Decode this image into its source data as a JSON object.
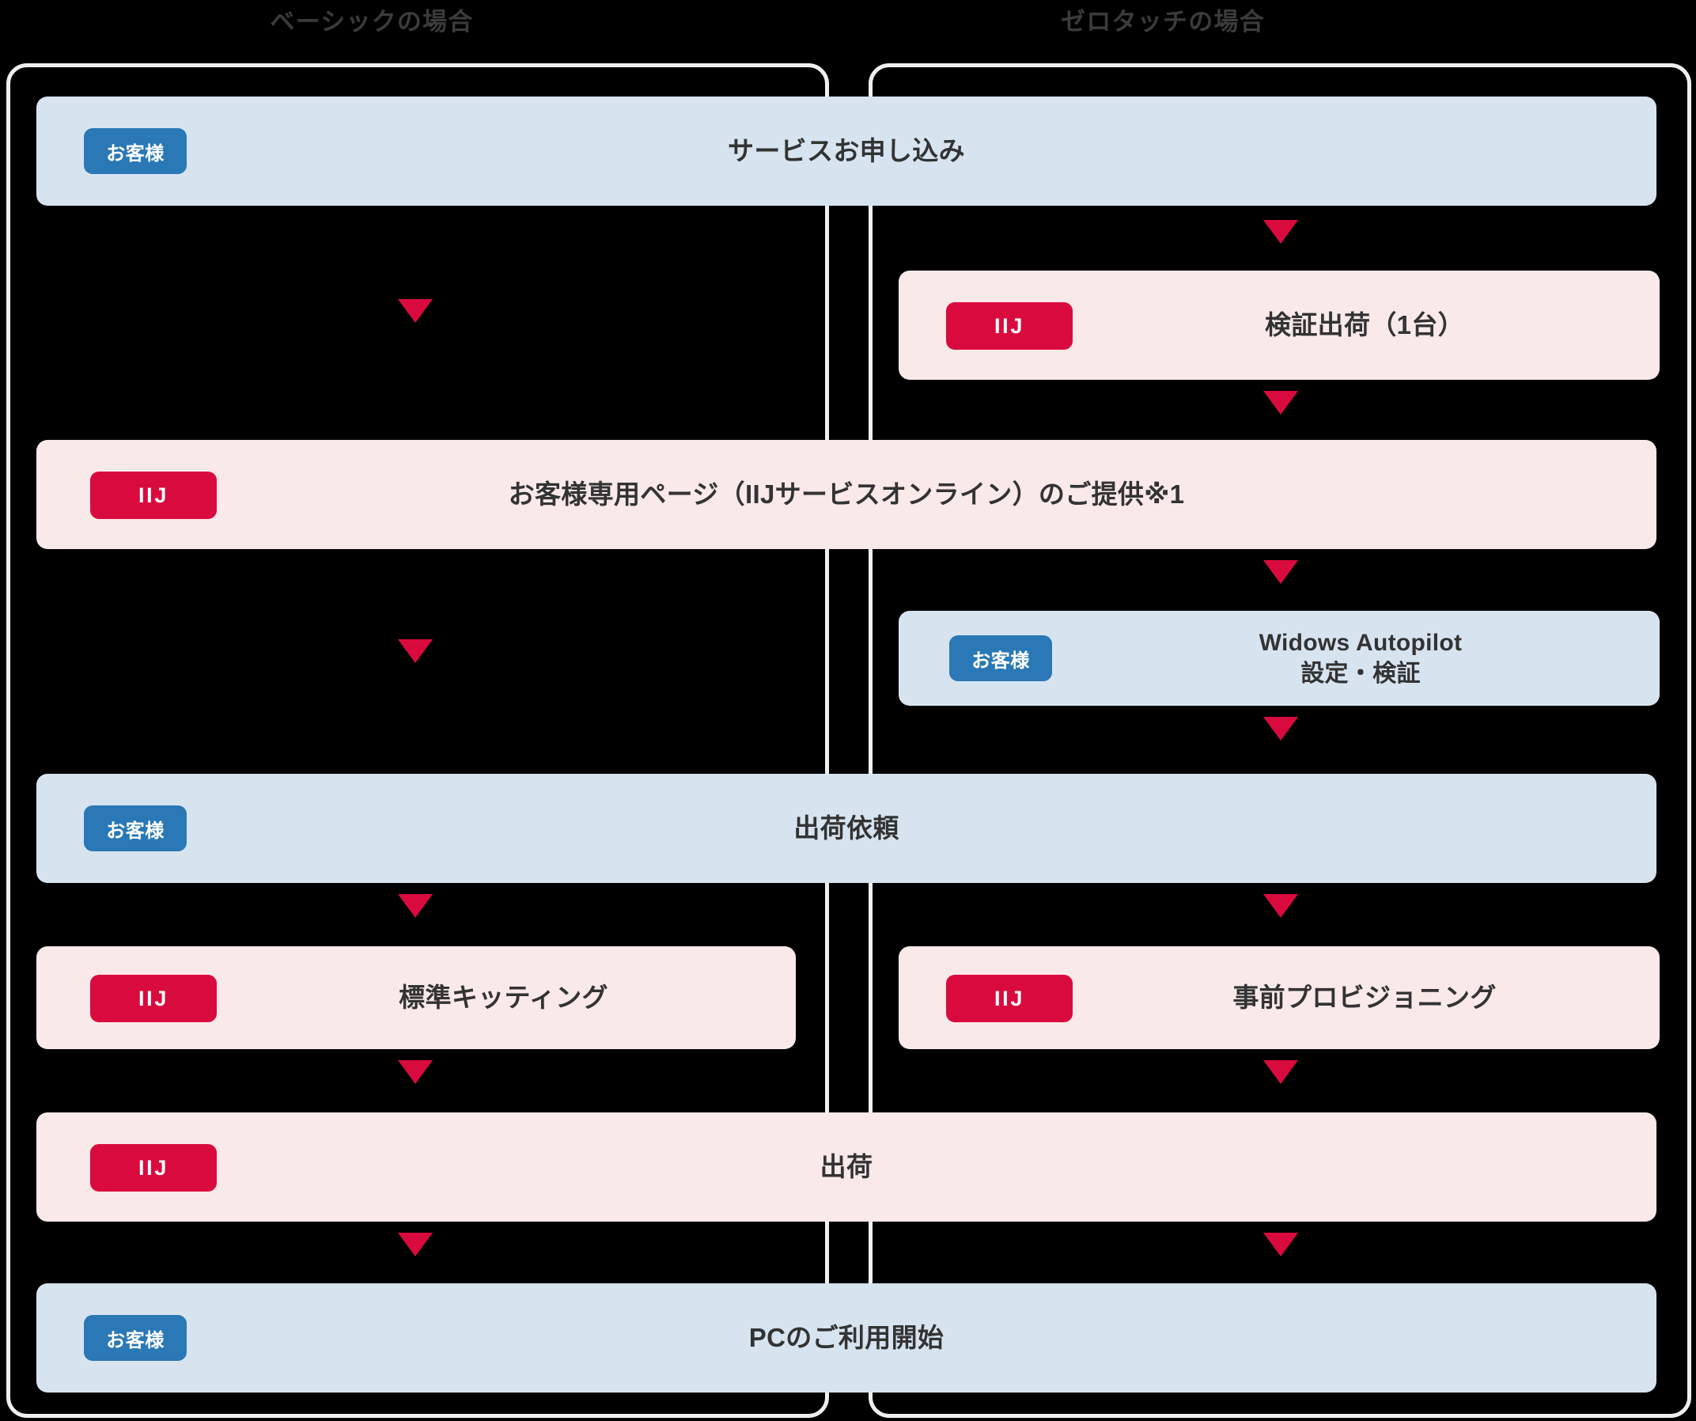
{
  "columns": [
    {
      "id": "basic",
      "title": "ベーシックの場合"
    },
    {
      "id": "zerotouch",
      "title": "ゼロタッチの場合"
    }
  ],
  "badges": {
    "customer": "お客様",
    "iij": "IIJ"
  },
  "colors": {
    "customer_box": "#d7e4f0",
    "customer_badge": "#2a78b5",
    "iij_box": "#fae9e9",
    "iij_badge": "#d90b3e",
    "arrow": "#d90b3e",
    "frame_border": "#eef0f0",
    "background": "#000000",
    "text": "#333333",
    "title_text": "#3b3b3b"
  },
  "steps": [
    {
      "key": "service-application",
      "actor": "customer",
      "badge": "お客様",
      "label_lines": [
        "サービスお申し込み"
      ],
      "span": "both"
    },
    {
      "key": "verification-shipment",
      "actor": "iij",
      "badge": "IIJ",
      "label_lines": [
        "検証出荷（1台）"
      ],
      "span": "zerotouch"
    },
    {
      "key": "customer-portal",
      "actor": "iij",
      "badge": "IIJ",
      "label_lines": [
        "お客様専用ページ（IIJサービスオンライン）のご提供※1"
      ],
      "span": "both"
    },
    {
      "key": "autopilot-setup",
      "actor": "customer",
      "badge": "お客様",
      "label_lines": [
        "Widows Autopilot",
        "設定・検証"
      ],
      "span": "zerotouch"
    },
    {
      "key": "shipment-request",
      "actor": "customer",
      "badge": "お客様",
      "label_lines": [
        "出荷依頼"
      ],
      "span": "both"
    },
    {
      "key": "standard-kitting",
      "actor": "iij",
      "badge": "IIJ",
      "label_lines": [
        "標準キッティング"
      ],
      "span": "basic"
    },
    {
      "key": "pre-provisioning",
      "actor": "iij",
      "badge": "IIJ",
      "label_lines": [
        "事前プロビジョニング"
      ],
      "span": "zerotouch"
    },
    {
      "key": "shipment",
      "actor": "iij",
      "badge": "IIJ",
      "label_lines": [
        "出荷"
      ],
      "span": "both"
    },
    {
      "key": "pc-usage-start",
      "actor": "customer",
      "badge": "お客様",
      "label_lines": [
        "PCのご利用開始"
      ],
      "span": "both"
    }
  ]
}
